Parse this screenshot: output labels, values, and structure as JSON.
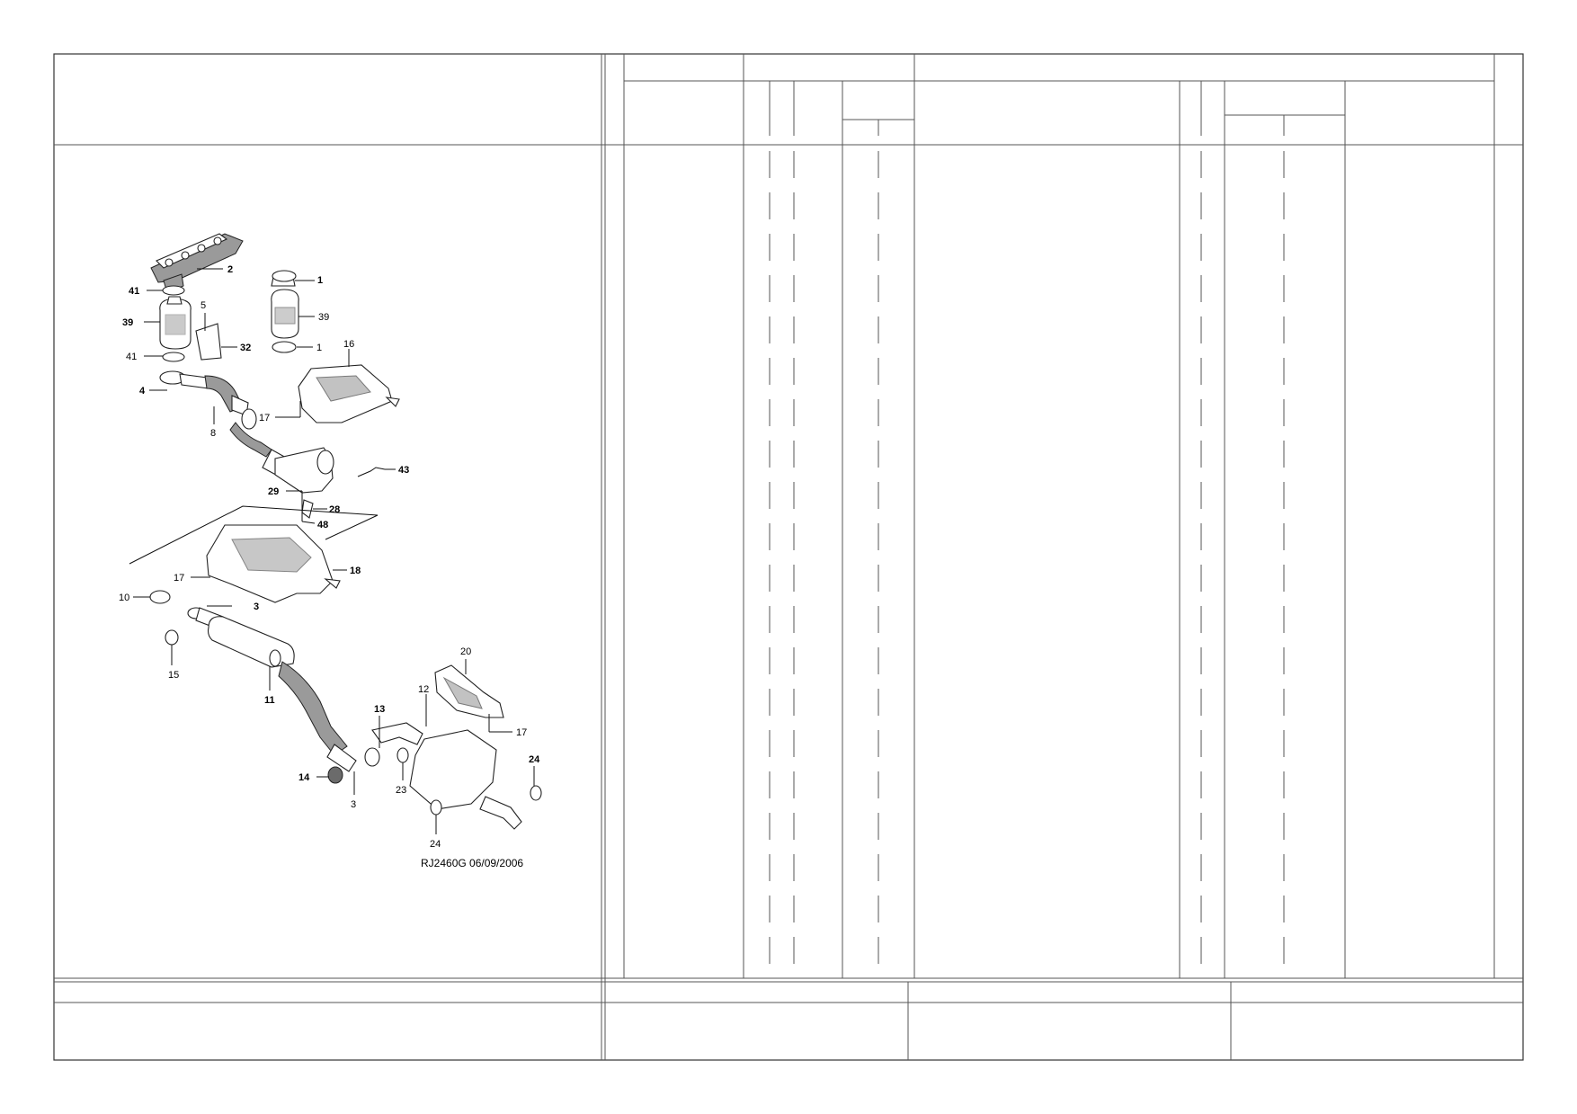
{
  "diagram": {
    "reference": "RJ2460G  06/09/2006",
    "callouts": [
      {
        "id": "c2",
        "text": "2",
        "bold": true
      },
      {
        "id": "c1a",
        "text": "1",
        "bold": true
      },
      {
        "id": "c41a",
        "text": "41",
        "bold": true
      },
      {
        "id": "c39a",
        "text": "39",
        "bold": true
      },
      {
        "id": "c39b",
        "text": "39",
        "bold": false
      },
      {
        "id": "c5",
        "text": "5",
        "bold": false
      },
      {
        "id": "c32",
        "text": "32",
        "bold": true
      },
      {
        "id": "c41b",
        "text": "41",
        "bold": false
      },
      {
        "id": "c1b",
        "text": "1",
        "bold": false
      },
      {
        "id": "c16",
        "text": "16",
        "bold": false
      },
      {
        "id": "c4",
        "text": "4",
        "bold": true
      },
      {
        "id": "c17a",
        "text": "17",
        "bold": false
      },
      {
        "id": "c8",
        "text": "8",
        "bold": false
      },
      {
        "id": "c43",
        "text": "43",
        "bold": true
      },
      {
        "id": "c29",
        "text": "29",
        "bold": true
      },
      {
        "id": "c28",
        "text": "28",
        "bold": true
      },
      {
        "id": "c48",
        "text": "48",
        "bold": true
      },
      {
        "id": "c17b",
        "text": "17",
        "bold": false
      },
      {
        "id": "c18",
        "text": "18",
        "bold": true
      },
      {
        "id": "c10",
        "text": "10",
        "bold": false
      },
      {
        "id": "c3a",
        "text": "3",
        "bold": true
      },
      {
        "id": "c15",
        "text": "15",
        "bold": false
      },
      {
        "id": "c20",
        "text": "20",
        "bold": false
      },
      {
        "id": "c11",
        "text": "11",
        "bold": true
      },
      {
        "id": "c12",
        "text": "12",
        "bold": false
      },
      {
        "id": "c13",
        "text": "13",
        "bold": true
      },
      {
        "id": "c17c",
        "text": "17",
        "bold": false
      },
      {
        "id": "c24a",
        "text": "24",
        "bold": true
      },
      {
        "id": "c14",
        "text": "14",
        "bold": true
      },
      {
        "id": "c23",
        "text": "23",
        "bold": false
      },
      {
        "id": "c3b",
        "text": "3",
        "bold": false
      },
      {
        "id": "c24b",
        "text": "24",
        "bold": false
      }
    ]
  }
}
